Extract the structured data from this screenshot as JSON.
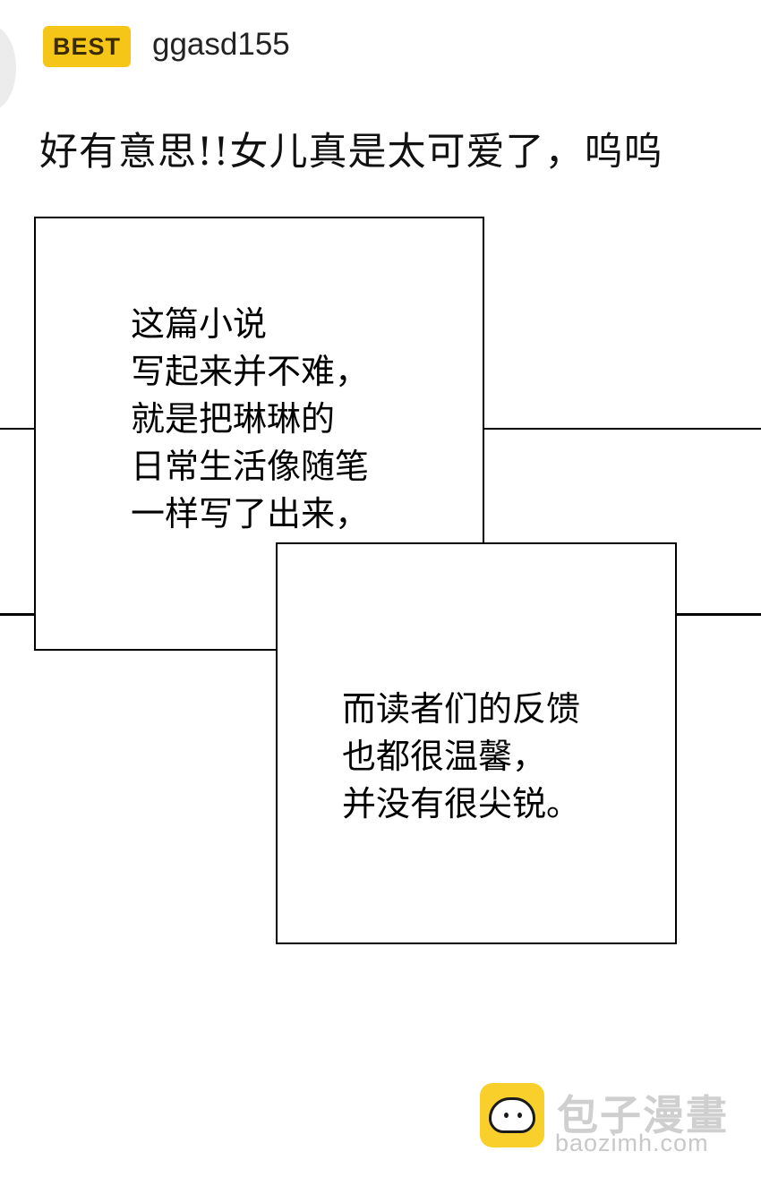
{
  "comment": {
    "badge": "BEST",
    "username": "ggasd155",
    "text": "好有意思!!女儿真是太可爱了，呜呜"
  },
  "panels": {
    "first": {
      "lines": [
        "这篇小说",
        "写起来并不难，",
        "就是把琳琳的",
        "日常生活像随笔",
        "一样写了出来，"
      ]
    },
    "second": {
      "lines": [
        "而读者们的反馈",
        "也都很温馨，",
        "并没有很尖锐。"
      ]
    }
  },
  "watermark": {
    "site_name": "包子漫畫",
    "url": "baozimh.com"
  }
}
